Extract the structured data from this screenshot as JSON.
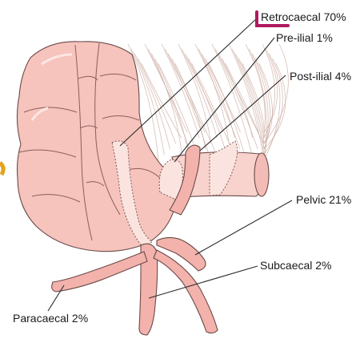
{
  "labels": {
    "retrocaecal": "Retrocaecal 70%",
    "preilial": "Pre-ilial 1%",
    "postilial": "Post-ilial 4%",
    "pelvic": "Pelvic 21%",
    "subcaecal": "Subcaecal 2%",
    "paracaecal": "Paracaecal 2%"
  },
  "colors": {
    "bowel": "#f6c3bd",
    "appendix": "#f3b2ac",
    "outline": "#6b4a47",
    "highlight_mark": "#b0185e",
    "edge_mark": "#e3a21a"
  }
}
